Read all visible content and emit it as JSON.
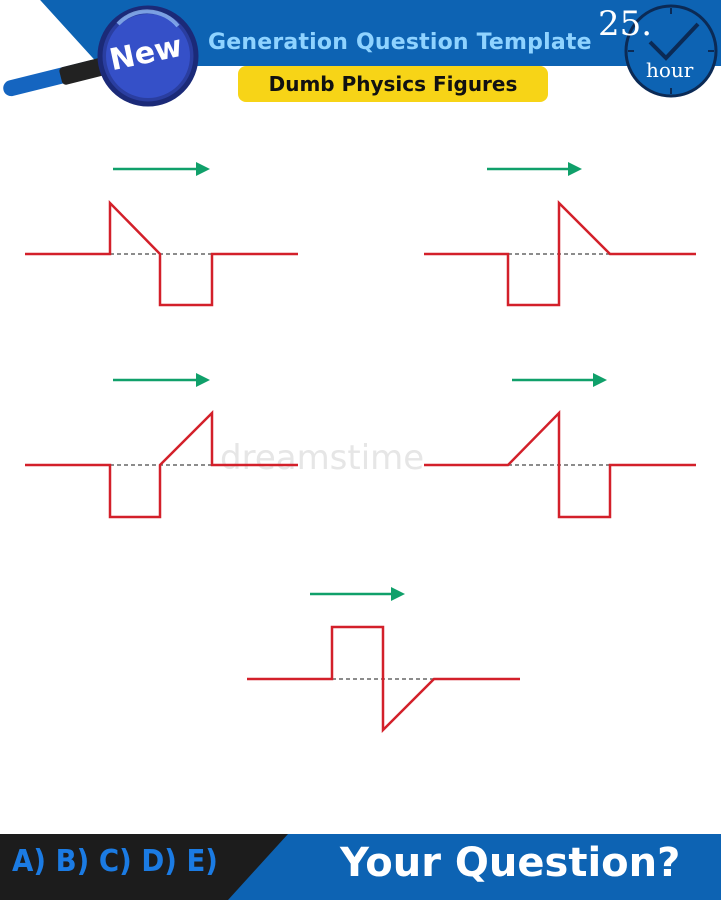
{
  "header": {
    "badge_label": "New",
    "title": "Generation Question Template",
    "subtitle": "Dumb Physics Figures",
    "hour_number": "25.",
    "hour_label": "hour"
  },
  "watermark": "dreamstime",
  "figures": [
    {
      "id": "figure-1",
      "arrow": "right",
      "pulses": [
        "right-triangle-up",
        "square-down"
      ]
    },
    {
      "id": "figure-2",
      "arrow": "right",
      "pulses": [
        "square-down",
        "right-triangle-up"
      ]
    },
    {
      "id": "figure-3",
      "arrow": "right",
      "pulses": [
        "square-down",
        "ramp-up"
      ]
    },
    {
      "id": "figure-4",
      "arrow": "right",
      "pulses": [
        "ramp-up",
        "square-down"
      ]
    },
    {
      "id": "figure-5",
      "arrow": "right",
      "pulses": [
        "square-up",
        "triangle-down"
      ]
    }
  ],
  "footer": {
    "options": "A) B) C) D) E)",
    "question": "Your Question?"
  },
  "colors": {
    "header_blue": "#0d63b3",
    "pill_yellow": "#f7d417",
    "wave_red": "#d3202a",
    "arrow_green": "#10a06a",
    "footer_dark": "#1c1c1c",
    "footer_blue": "#0d63b3"
  }
}
